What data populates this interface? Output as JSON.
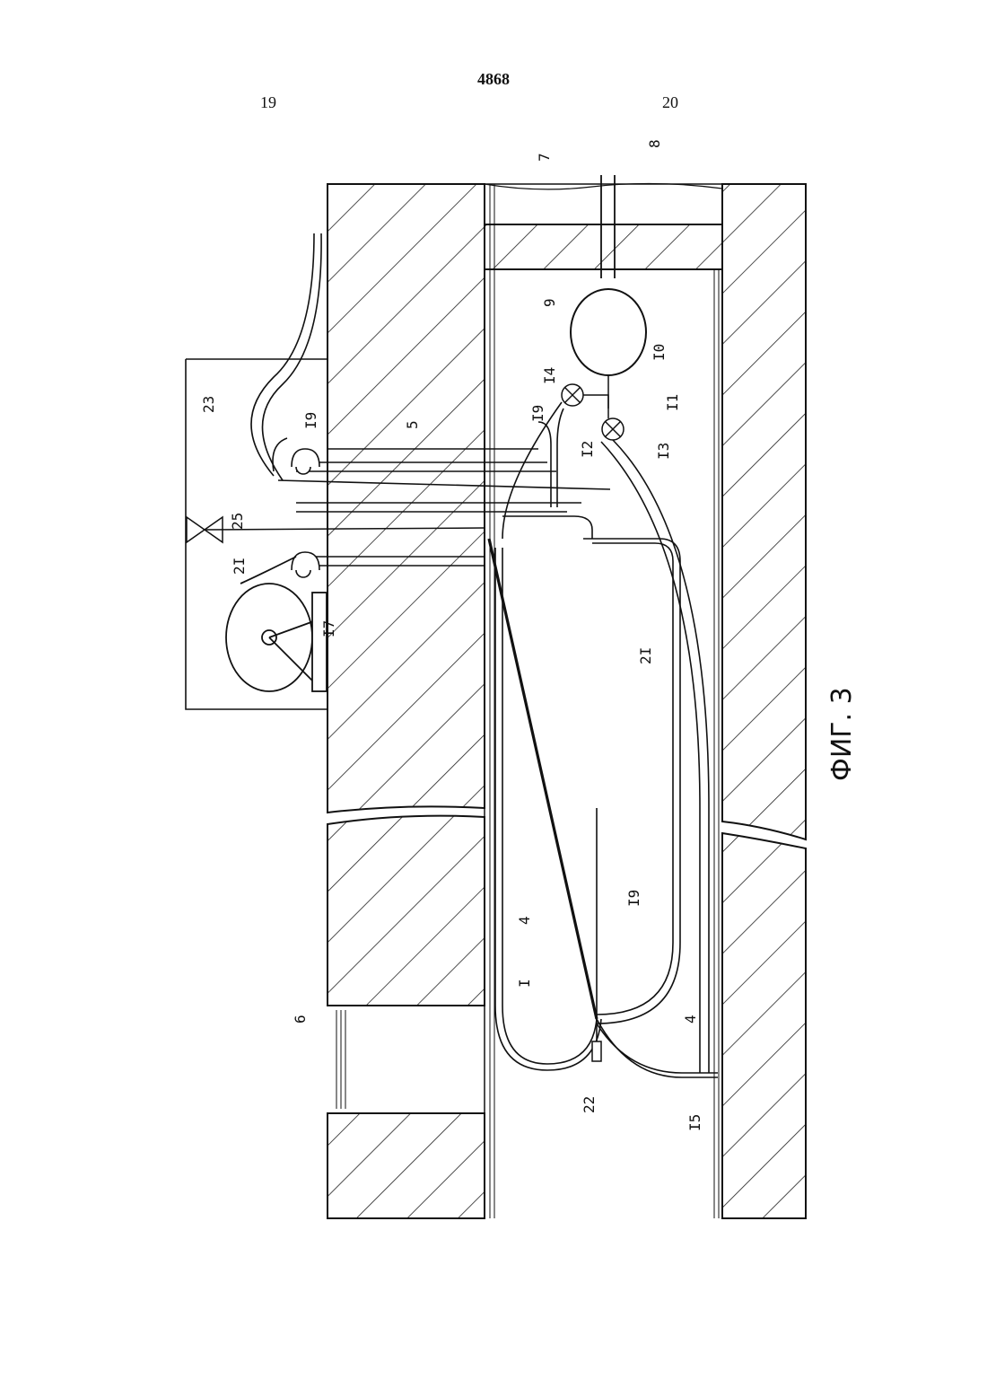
{
  "header": {
    "patent_number": "4868",
    "column_left": "19",
    "column_right": "20"
  },
  "figure": {
    "caption": "ФИГ. 3",
    "labels": {
      "l1": "I",
      "l4a": "4",
      "l4b": "4",
      "l5": "5",
      "l6": "6",
      "l7": "7",
      "l8": "8",
      "l9": "9",
      "l10": "I0",
      "l11": "I1",
      "l12": "I2",
      "l13": "I3",
      "l14": "I4",
      "l15": "I5",
      "l17": "I7",
      "l19a": "I9",
      "l19b": "I9",
      "l19c": "I9",
      "l21a": "2I",
      "l21b": "2I",
      "l22": "22",
      "l23": "23",
      "l25": "25"
    }
  }
}
